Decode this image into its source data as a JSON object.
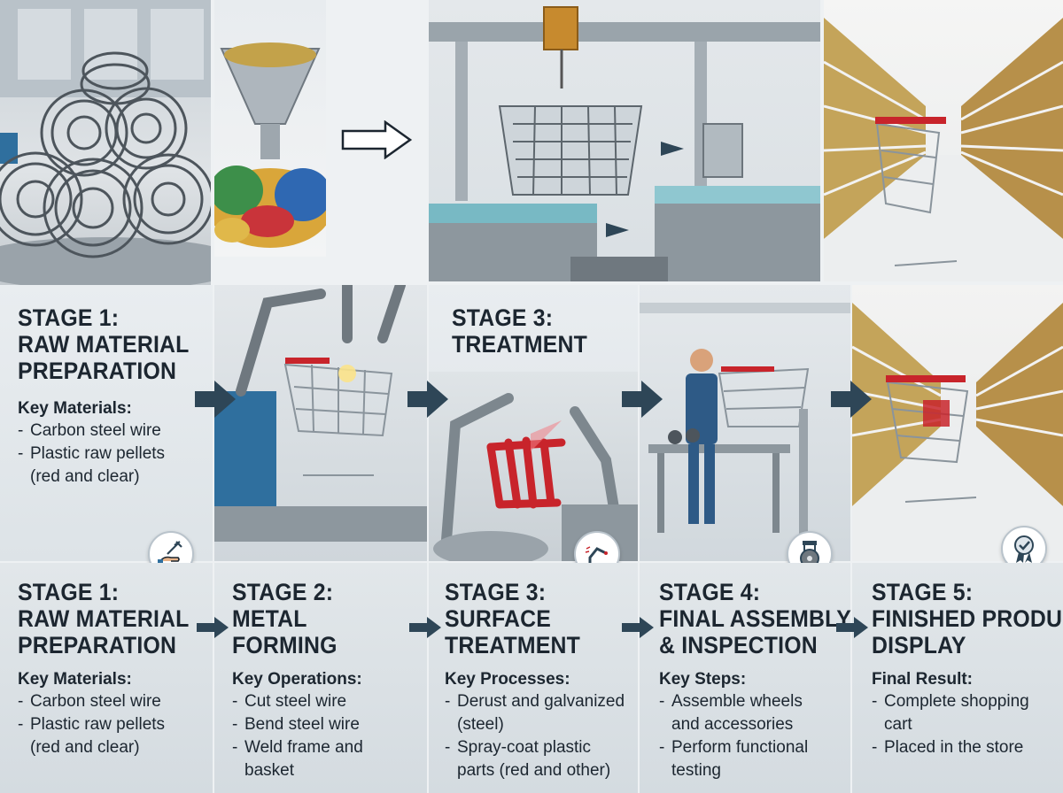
{
  "top_row": {
    "stage1": {
      "title_line1": "STAGE 1:",
      "title_line2": "RAW MATERIAL",
      "title_line3": "PREPARATION",
      "key_head": "Key Materials:",
      "items": [
        "Carbon steel wire",
        "Plastic raw pellets",
        "(red and clear)"
      ]
    },
    "stage3": {
      "title_line1": "STAGE 3:",
      "title_line2": "TREATMENT"
    }
  },
  "stages": [
    {
      "title_lines": [
        "STAGE 1:",
        "RAW MATERIAL",
        "PREPARATION"
      ],
      "key_head": "Key Materials:",
      "items": [
        "Carbon steel wire",
        "Plastic raw pellets",
        "(red and clear)"
      ]
    },
    {
      "title_lines": [
        "STAGE 2:",
        "METAL",
        "FORMING"
      ],
      "key_head": "Key Operations:",
      "items": [
        "Cut steel wire",
        "Bend steel wire",
        "Weld frame and",
        "basket"
      ]
    },
    {
      "title_lines": [
        "STAGE 3:",
        "SURFACE",
        "TREATMENT"
      ],
      "key_head": "Key Processes:",
      "items": [
        "Derust and galvanized",
        "(steel)",
        "Spray-coat plastic",
        "parts (red and other)"
      ]
    },
    {
      "title_lines": [
        "STAGE 4:",
        "FINAL ASSEMBLY",
        "& INSPECTION"
      ],
      "key_head": "Key Steps:",
      "items": [
        "Assemble wheels",
        "and accessories",
        "Perform functional",
        "testing"
      ]
    },
    {
      "title_lines": [
        "STAGE 5:",
        "FINISHED PRODUCT",
        "DISPLAY"
      ],
      "key_head": "Final Result:",
      "items": [
        "Complete shopping",
        "cart",
        "Placed in the store"
      ]
    }
  ],
  "icons": {
    "stage1": "wrench-hand-icon",
    "stage2": "gear-icon",
    "stage3": "robot-arm-icon",
    "stage4": "caster-wheel-icon",
    "stage5": "award-badge-icon"
  },
  "colors": {
    "arrow": "#2e4657",
    "text": "#1c2630",
    "cart_red": "#c8242b",
    "steel": "#8a949c"
  }
}
